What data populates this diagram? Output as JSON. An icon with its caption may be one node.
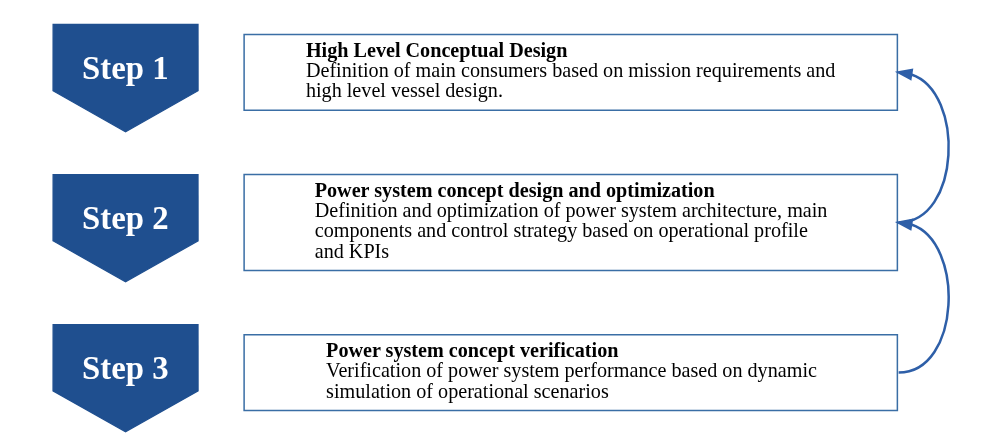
{
  "diagram": {
    "nodes": [
      {
        "text": [
          "Step 1"
        ]
      },
      {
        "text": [
          "High Level Conceptual Design",
          "Definition of main consumers based on mission requirements and high level vessel design."
        ]
      },
      {
        "text": [
          "Step 2"
        ]
      },
      {
        "text": [
          "Power system concept design and optimization",
          "Definition and optimization of power system architecture, main components and control strategy based on operational profile and KPIs"
        ]
      },
      {
        "text": [
          "Step 3"
        ]
      },
      {
        "text": [
          "Power system concept verification",
          "Verification of power system performance based on dynamic simulation of operational scenarios"
        ]
      }
    ],
    "edges": [
      {
        "from": 3,
        "to": 1,
        "arrow": "to"
      },
      {
        "from": 5,
        "to": 3,
        "arrow": "to"
      }
    ]
  }
}
